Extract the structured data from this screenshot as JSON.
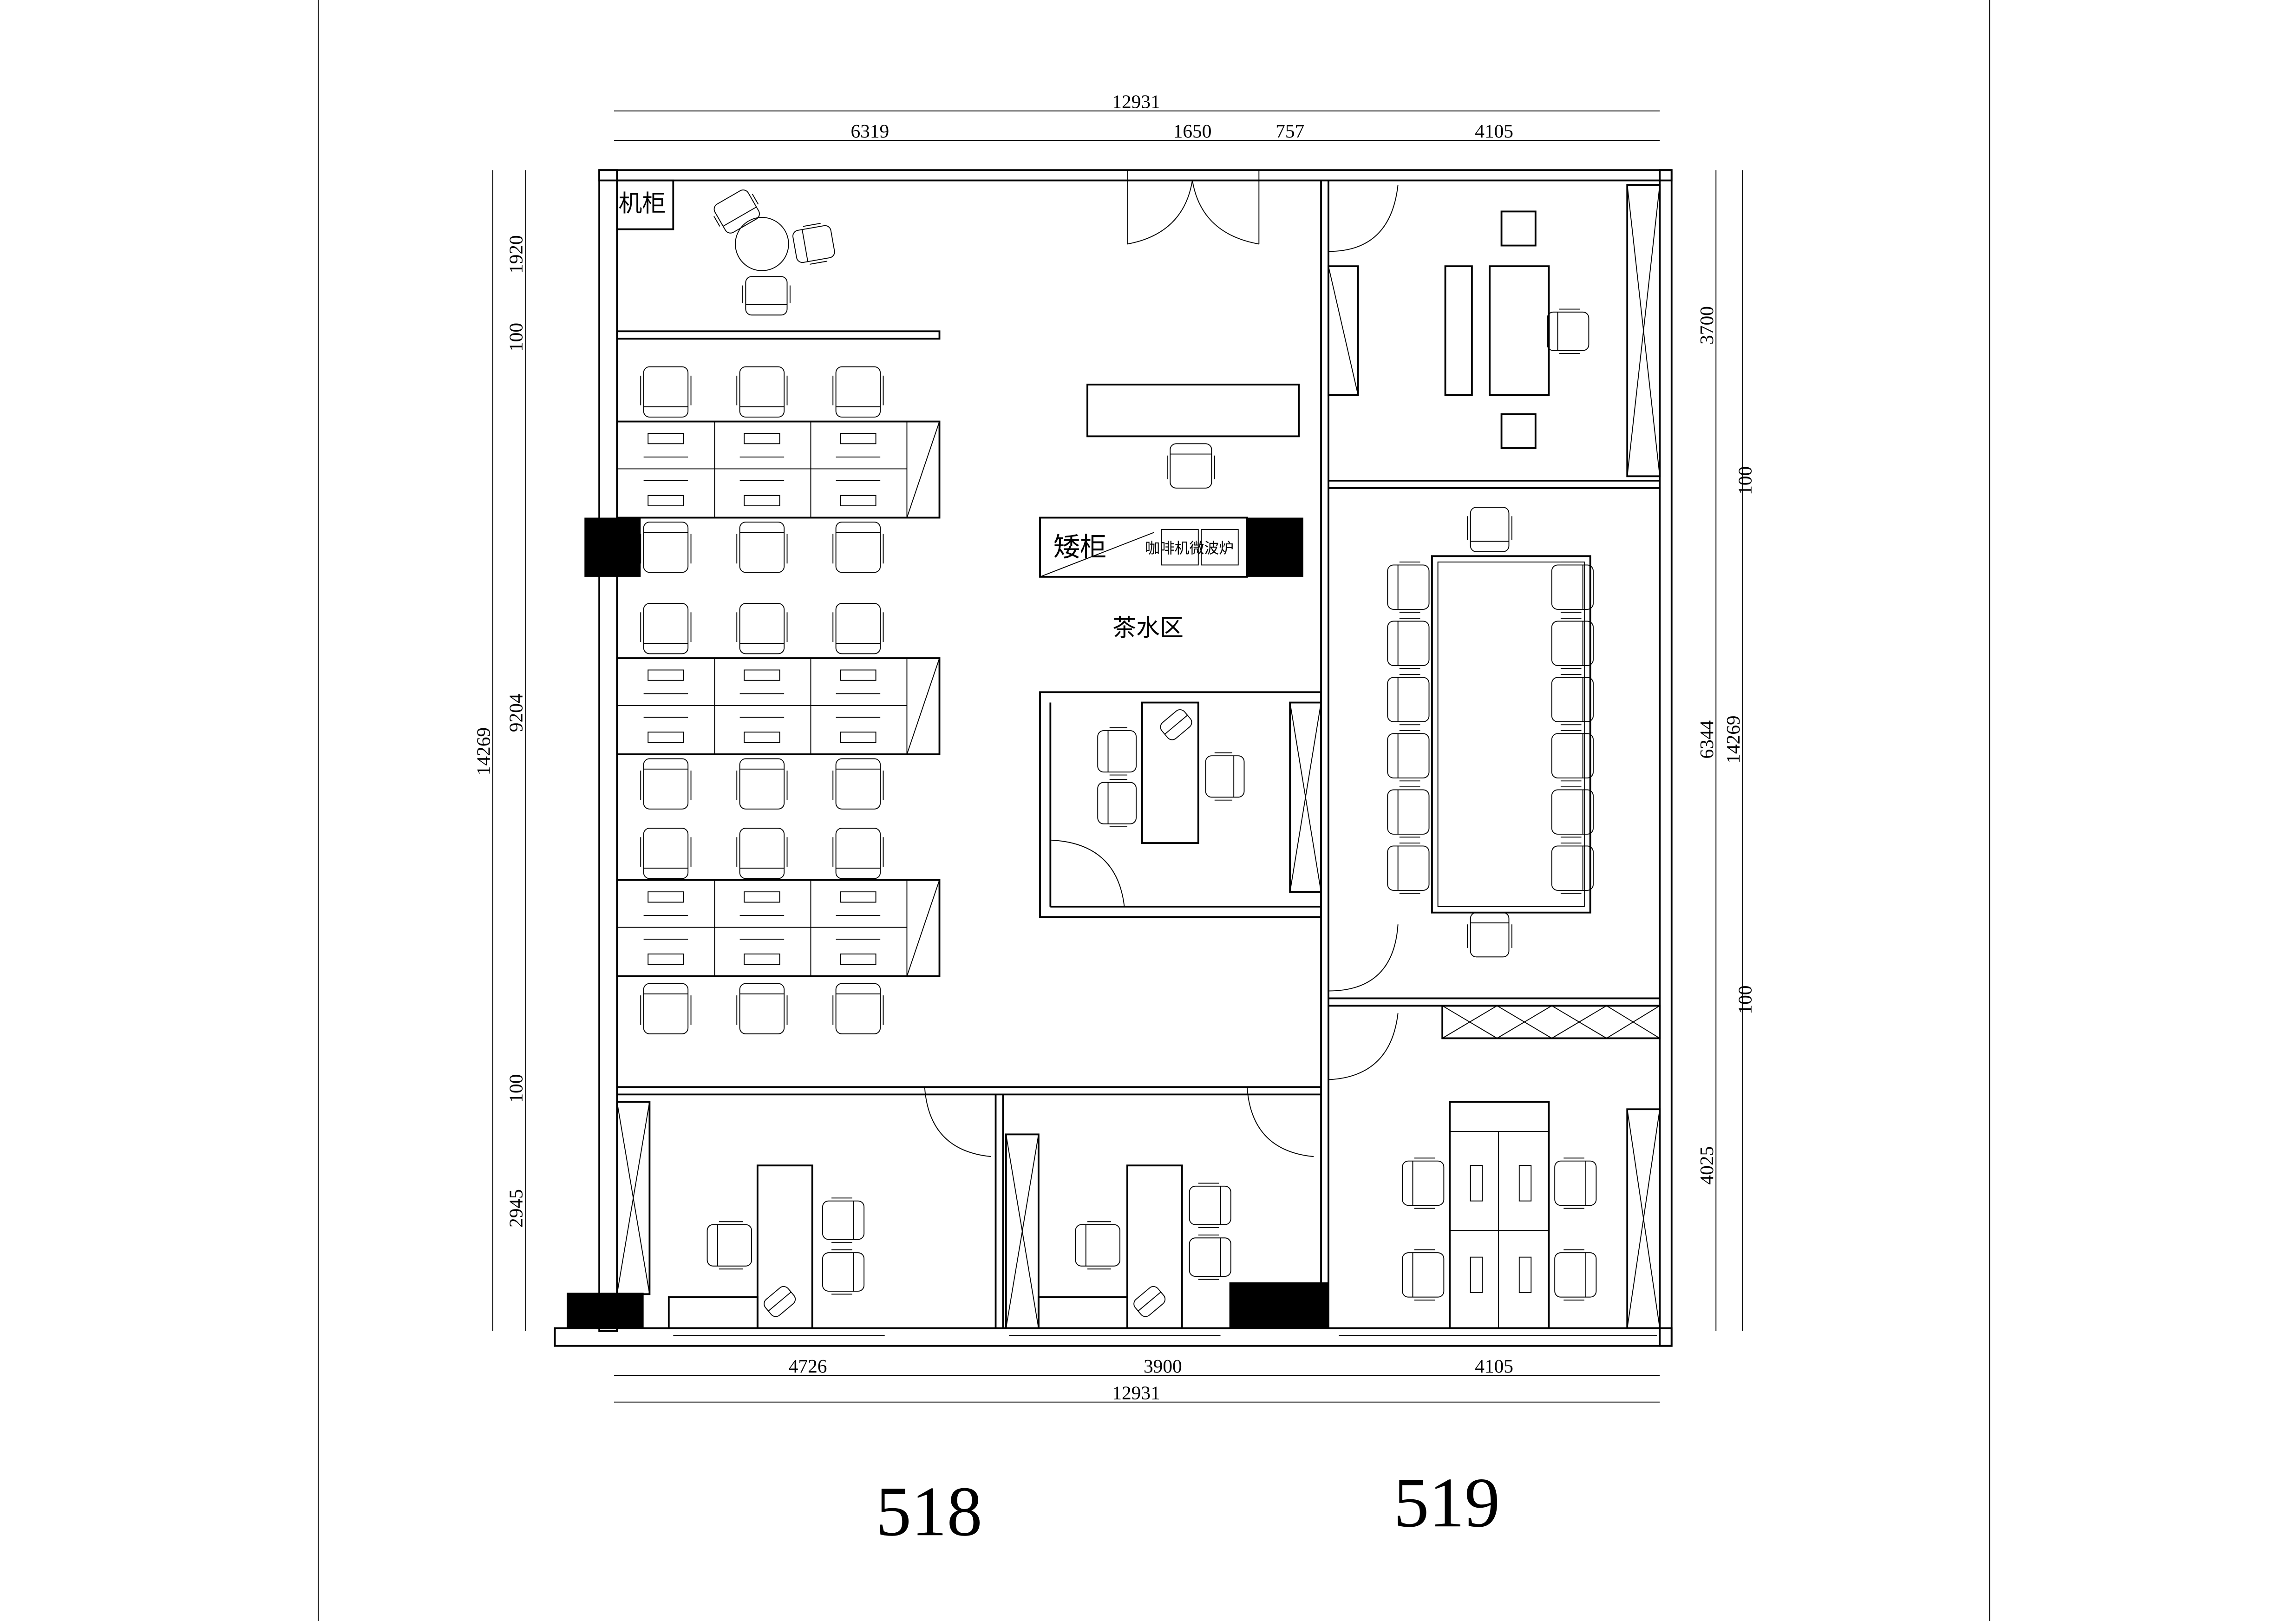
{
  "drawing": {
    "unit_labels": {
      "top_total": "12931",
      "top_segments": [
        "6319",
        "1650",
        "757",
        "4105"
      ],
      "bottom_segments": [
        "4726",
        "3900",
        "4105"
      ],
      "bottom_total": "12931",
      "left_total": "14269",
      "left_segments": [
        "1920",
        "100",
        "9204",
        "100",
        "2945"
      ],
      "right_segments": [
        "3700",
        "100",
        "6344",
        "100",
        "4025"
      ],
      "right_total": "14269"
    },
    "rooms": {
      "server_cabinet": "机柜",
      "low_cabinet": "矮柜",
      "appliances": "咖啡机微波炉",
      "tea_area": "茶水区"
    },
    "unit_numbers": [
      "518",
      "519"
    ]
  }
}
